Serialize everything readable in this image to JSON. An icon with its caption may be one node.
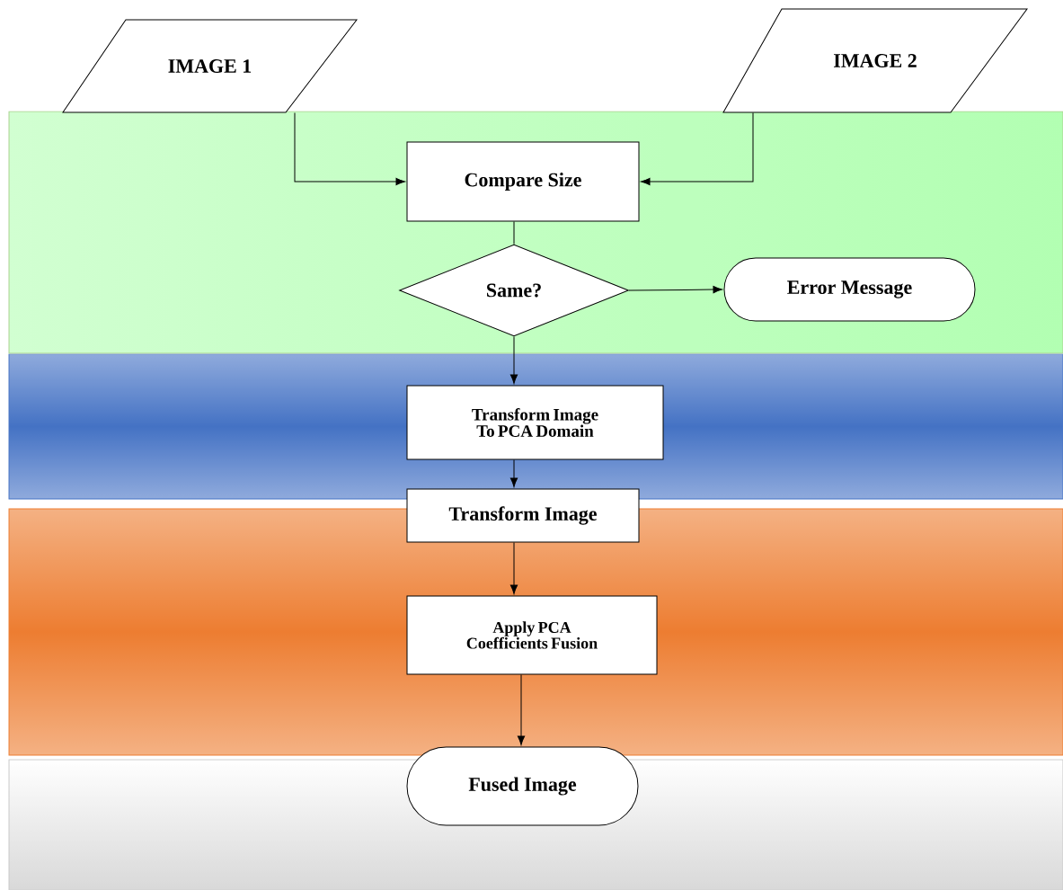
{
  "diagram": {
    "nodes": [
      {
        "text": [
          "IMAGE 1"
        ]
      },
      {
        "text": [
          "IMAGE 2"
        ]
      },
      {
        "text": [
          "Compare Size"
        ]
      },
      {
        "text": [
          "Same?"
        ]
      },
      {
        "text": [
          "Error Message"
        ]
      },
      {
        "text": [
          "Transform Image To PCA Domain"
        ]
      },
      {
        "text": [
          "Transform Image"
        ]
      },
      {
        "text": [
          "Apply PCA Coefficients Fusion"
        ]
      },
      {
        "text": [
          "Fused Image"
        ]
      }
    ],
    "edges": [
      {
        "from": 0,
        "to": 2,
        "arrow": "to"
      },
      {
        "from": 1,
        "to": 2,
        "arrow": "to"
      },
      {
        "from": 2,
        "to": 3,
        "arrow": "none"
      },
      {
        "from": 3,
        "to": 4,
        "arrow": "to"
      },
      {
        "from": 3,
        "to": 5,
        "arrow": "to"
      },
      {
        "from": 5,
        "to": 6,
        "arrow": "to"
      },
      {
        "from": 6,
        "to": 7,
        "arrow": "to"
      },
      {
        "from": 7,
        "to": 8,
        "arrow": "to"
      }
    ]
  }
}
